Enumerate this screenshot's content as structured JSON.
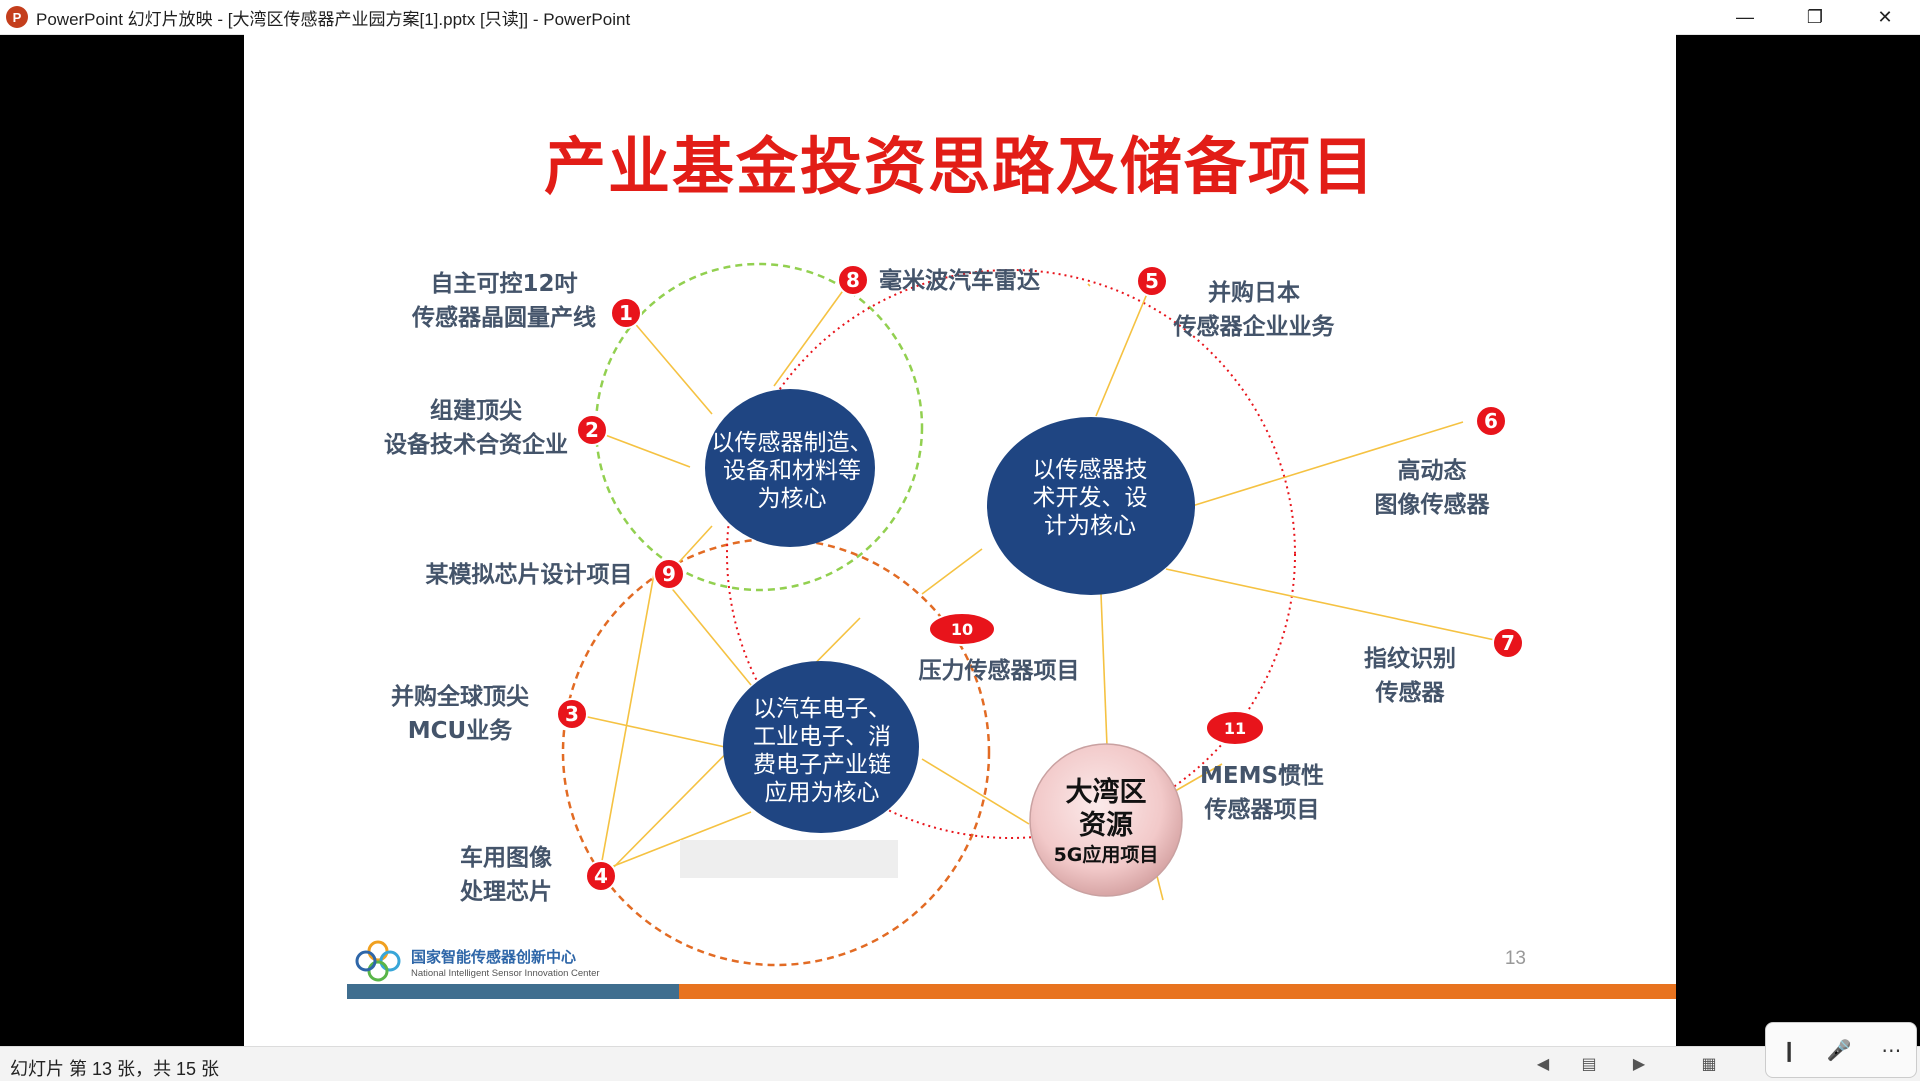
{
  "window": {
    "title": "PowerPoint 幻灯片放映 - [大湾区传感器产业园方案[1].pptx [只读]] - PowerPoint",
    "app_icon_letter": "P",
    "minimize": "—",
    "restore": "❐",
    "close": "✕"
  },
  "slide": {
    "title": "产业基金投资思路及储备项目",
    "page_number": "13",
    "hubs": {
      "manufacturing": [
        "以传感器制造、",
        "设备和材料等",
        "为核心"
      ],
      "tech": [
        "以传感器技",
        "术开发、设",
        "计为核心"
      ],
      "application": [
        "以汽车电子、",
        "工业电子、消",
        "费电子产业链",
        "应用为核心"
      ],
      "bay_area": [
        "大湾区",
        "资源",
        "5G应用项目"
      ]
    },
    "items": [
      {
        "num": "1",
        "lines": [
          "自主可控12吋",
          "传感器晶圆量产线"
        ]
      },
      {
        "num": "2",
        "lines": [
          "组建顶尖",
          "设备技术合资企业"
        ]
      },
      {
        "num": "3",
        "lines": [
          "并购全球顶尖",
          "MCU业务"
        ]
      },
      {
        "num": "4",
        "lines": [
          "车用图像",
          "处理芯片"
        ]
      },
      {
        "num": "5",
        "lines": [
          "并购日本",
          "传感器企业业务"
        ]
      },
      {
        "num": "6",
        "lines": [
          "高动态",
          "图像传感器"
        ]
      },
      {
        "num": "7",
        "lines": [
          "指纹识别",
          "传感器"
        ]
      },
      {
        "num": "8",
        "lines": [
          "毫米波汽车雷达"
        ]
      },
      {
        "num": "9",
        "lines": [
          "某模拟芯片设计项目"
        ]
      },
      {
        "num": "10",
        "lines": [
          "压力传感器项目"
        ]
      },
      {
        "num": "11",
        "lines": [
          "MEMS惯性",
          "传感器项目"
        ]
      }
    ],
    "logo": {
      "cn": "国家智能传感器创新中心",
      "en": "National Intelligent Sensor Innovation Center"
    },
    "colors": {
      "title_red": "#e21d17",
      "hub_blue": "#1f4582",
      "badge_red": "#e8141b",
      "green_dash": "#92d050",
      "orange_dash": "#e26b24",
      "red_dot": "#e8141b",
      "line_yellow": "#f5c242",
      "bar_blue": "#3f6e8f",
      "bar_orange": "#e8731f"
    }
  },
  "status": {
    "slide_info": "幻灯片 第 13 张，共 15 张"
  },
  "icons": {
    "prev": "prev-slide-icon",
    "reading": "reading-view-icon",
    "next": "next-slide-icon",
    "normal": "normal-view-icon",
    "mic": "microphone-icon",
    "more": "more-icon"
  }
}
